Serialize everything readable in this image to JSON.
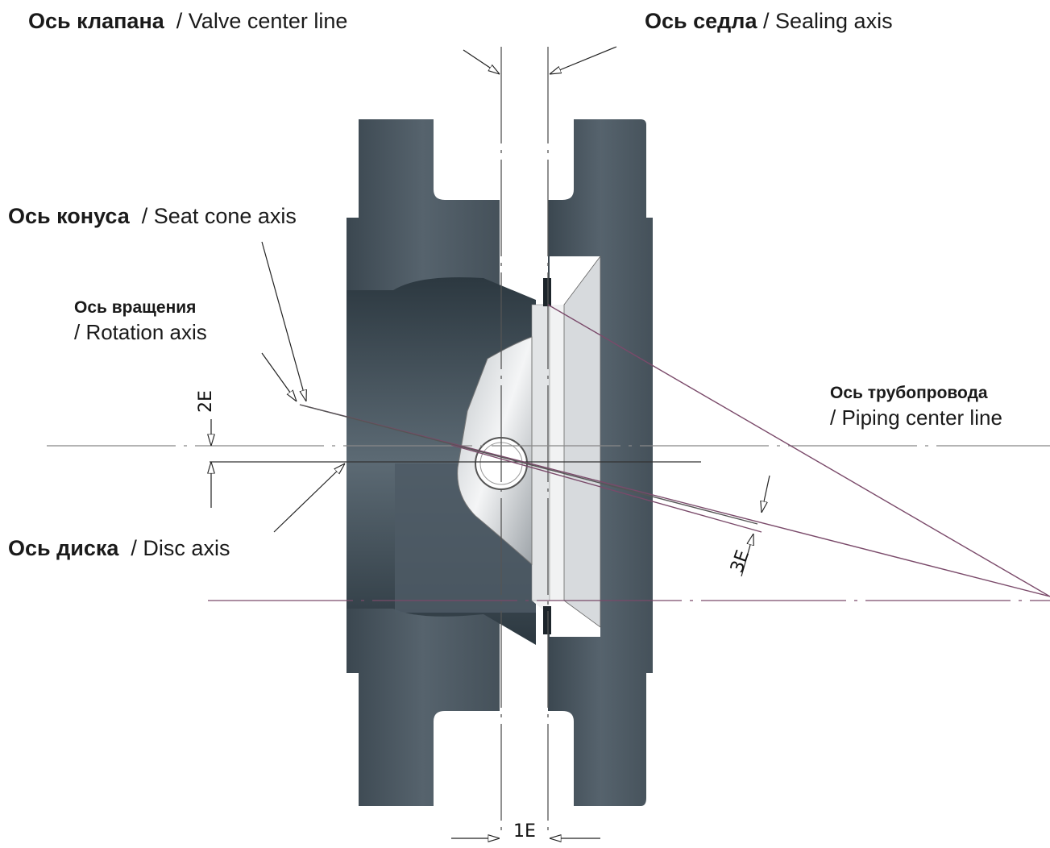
{
  "labels": {
    "valve_axis": {
      "ru": "Ось клапана",
      "en": "/ Valve center line"
    },
    "sealing_axis": {
      "ru": "Ось седла",
      "en": "/ Sealing axis"
    },
    "cone_axis": {
      "ru": "Ось конуса",
      "en": "/ Seat cone axis"
    },
    "rotation_axis": {
      "ru": "Ось вращения",
      "en": "/ Rotation axis"
    },
    "piping_axis": {
      "ru": "Ось трубопровода",
      "en": "/ Piping center line"
    },
    "disc_axis": {
      "ru": "Ось диска",
      "en": "/ Disc axis"
    }
  },
  "dimensions": {
    "e1": "1E",
    "e2": "2E",
    "e3": "3E"
  },
  "colors": {
    "body": "#4b5761",
    "body_dark": "#2f3a42",
    "seat": "#e8eaec",
    "axis_line": "#7a4a6a",
    "center_line": "#666666"
  }
}
